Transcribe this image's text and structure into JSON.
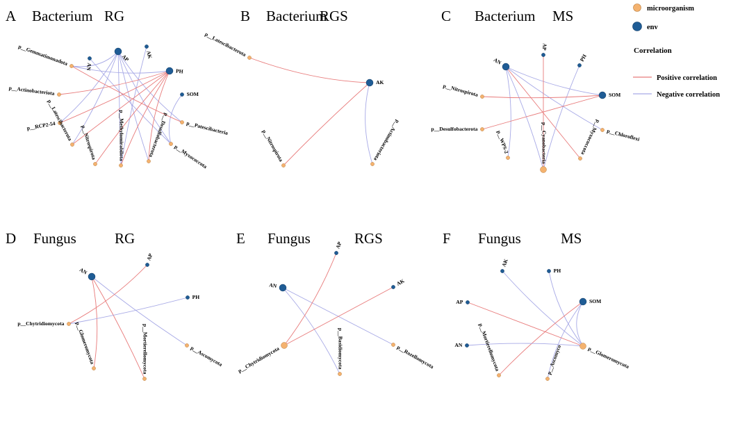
{
  "colors": {
    "microorganism": "#F4B26F",
    "env": "#1F5C95",
    "positive": "#E87A7A",
    "negative": "#A7A9E6"
  },
  "legend": {
    "microorganism": "microorganism",
    "env": "env",
    "title": "Correlation",
    "positive": "Positive correlation",
    "negative": "Negative correlation"
  },
  "panels": [
    {
      "id": "A",
      "group": "Bacterium",
      "site": "RG",
      "nodes": [
        {
          "id": "AP",
          "type": "env",
          "big": true
        },
        {
          "id": "AN",
          "type": "env"
        },
        {
          "id": "AK",
          "type": "env"
        },
        {
          "id": "PH",
          "type": "env",
          "big": true
        },
        {
          "id": "SOM",
          "type": "env"
        },
        {
          "id": "p__Gemmatimonadota",
          "type": "microorganism"
        },
        {
          "id": "p__Actinobacteriota",
          "type": "microorganism"
        },
        {
          "id": "p__RCP2-54",
          "type": "microorganism"
        },
        {
          "id": "p__Latescibacterota",
          "type": "microorganism"
        },
        {
          "id": "p__Nitrospirota",
          "type": "microorganism"
        },
        {
          "id": "p__Methylomirabilota",
          "type": "microorganism"
        },
        {
          "id": "p__Desulfobacterota",
          "type": "microorganism"
        },
        {
          "id": "p__Myxococcota",
          "type": "microorganism"
        },
        {
          "id": "p__Patescibacteria",
          "type": "microorganism"
        }
      ],
      "edges": [
        [
          "AP",
          "p__Gemmatimonadota",
          "negative"
        ],
        [
          "AP",
          "p__RCP2-54",
          "negative"
        ],
        [
          "AP",
          "p__Latescibacterota",
          "negative"
        ],
        [
          "AP",
          "p__Methylomirabilota",
          "negative"
        ],
        [
          "AP",
          "p__Myxococcota",
          "negative"
        ],
        [
          "AP",
          "p__Patescibacteria",
          "negative"
        ],
        [
          "AP",
          "p__Desulfobacterota",
          "negative"
        ],
        [
          "AN",
          "p__Myxococcota",
          "negative"
        ],
        [
          "AK",
          "p__Methylomirabilota",
          "negative"
        ],
        [
          "PH",
          "p__Actinobacteriota",
          "positive"
        ],
        [
          "PH",
          "p__RCP2-54",
          "positive"
        ],
        [
          "PH",
          "p__Latescibacterota",
          "positive"
        ],
        [
          "PH",
          "p__Nitrospirota",
          "positive"
        ],
        [
          "PH",
          "p__Methylomirabilota",
          "positive"
        ],
        [
          "PH",
          "p__Desulfobacterota",
          "positive"
        ],
        [
          "PH",
          "p__Gemmatimonadota",
          "negative"
        ],
        [
          "SOM",
          "p__Myxococcota",
          "negative"
        ],
        [
          "p__Gemmatimonadota",
          "p__Patescibacteria",
          "positive"
        ]
      ]
    },
    {
      "id": "B",
      "group": "Bacterium",
      "site": "RGS",
      "nodes": [
        {
          "id": "AK",
          "type": "env",
          "big": true
        },
        {
          "id": "p__Latescibacterota",
          "type": "microorganism"
        },
        {
          "id": "p__Nitrospirota",
          "type": "microorganism"
        },
        {
          "id": "p__Actinobacteriota",
          "type": "microorganism"
        }
      ],
      "edges": [
        [
          "AK",
          "p__Latescibacterota",
          "positive"
        ],
        [
          "AK",
          "p__Nitrospirota",
          "positive"
        ],
        [
          "AK",
          "p__Actinobacteriota",
          "negative"
        ]
      ]
    },
    {
      "id": "C",
      "group": "Bacterium",
      "site": "MS",
      "nodes": [
        {
          "id": "AN",
          "type": "env",
          "big": true
        },
        {
          "id": "AP",
          "type": "env"
        },
        {
          "id": "PH",
          "type": "env"
        },
        {
          "id": "SOM",
          "type": "env",
          "big": true
        },
        {
          "id": "p__Nitrospirota",
          "type": "microorganism"
        },
        {
          "id": "p__Desulfobacterota",
          "type": "microorganism"
        },
        {
          "id": "p__WPS-2",
          "type": "microorganism"
        },
        {
          "id": "p__Cyanobacteria",
          "type": "microorganism",
          "big": true
        },
        {
          "id": "p__Myxococcota",
          "type": "microorganism"
        },
        {
          "id": "p__Chloroflexi",
          "type": "microorganism"
        }
      ],
      "edges": [
        [
          "AN",
          "p__WPS-2",
          "negative"
        ],
        [
          "AN",
          "p__Cyanobacteria",
          "negative"
        ],
        [
          "AN",
          "p__Myxococcota",
          "positive"
        ],
        [
          "AN",
          "p__Chloroflexi",
          "negative"
        ],
        [
          "AN",
          "SOM",
          "negative"
        ],
        [
          "AP",
          "p__Cyanobacteria",
          "positive"
        ],
        [
          "PH",
          "p__Cyanobacteria",
          "negative"
        ],
        [
          "SOM",
          "p__Nitrospirota",
          "positive"
        ],
        [
          "SOM",
          "p__Desulfobacterota",
          "positive"
        ]
      ]
    },
    {
      "id": "D",
      "group": "Fungus",
      "site": "RG",
      "nodes": [
        {
          "id": "AN",
          "type": "env",
          "big": true
        },
        {
          "id": "AP",
          "type": "env"
        },
        {
          "id": "PH",
          "type": "env"
        },
        {
          "id": "p__Chytridiomycota",
          "type": "microorganism"
        },
        {
          "id": "p__Glomeromycota",
          "type": "microorganism"
        },
        {
          "id": "p__Mortierellomycota",
          "type": "microorganism"
        },
        {
          "id": "p__Ascomycota",
          "type": "microorganism"
        }
      ],
      "edges": [
        [
          "AN",
          "p__Glomeromycota",
          "positive"
        ],
        [
          "AN",
          "p__Mortierellomycota",
          "positive"
        ],
        [
          "AN",
          "p__Ascomycota",
          "negative"
        ],
        [
          "AP",
          "p__Chytridiomycota",
          "positive"
        ],
        [
          "PH",
          "p__Chytridiomycota",
          "negative"
        ]
      ]
    },
    {
      "id": "E",
      "group": "Fungus",
      "site": "RGS",
      "nodes": [
        {
          "id": "AN",
          "type": "env",
          "big": true
        },
        {
          "id": "AP",
          "type": "env"
        },
        {
          "id": "AK",
          "type": "env"
        },
        {
          "id": "p__Chytridiomycota",
          "type": "microorganism",
          "big": true
        },
        {
          "id": "p__Basidiomycota",
          "type": "microorganism"
        },
        {
          "id": "p__Rozellomycota",
          "type": "microorganism"
        }
      ],
      "edges": [
        [
          "AN",
          "p__Basidiomycota",
          "negative"
        ],
        [
          "AN",
          "p__Rozellomycota",
          "negative"
        ],
        [
          "AP",
          "p__Chytridiomycota",
          "positive"
        ],
        [
          "AK",
          "p__Chytridiomycota",
          "positive"
        ]
      ]
    },
    {
      "id": "F",
      "group": "Fungus",
      "site": "MS",
      "nodes": [
        {
          "id": "AK",
          "type": "env"
        },
        {
          "id": "PH",
          "type": "env"
        },
        {
          "id": "SOM",
          "type": "env",
          "big": true
        },
        {
          "id": "AP",
          "type": "env"
        },
        {
          "id": "AN",
          "type": "env"
        },
        {
          "id": "p__Glomeromycota",
          "type": "microorganism",
          "big": true
        },
        {
          "id": "p__Mortierellomycota",
          "type": "microorganism"
        },
        {
          "id": "p__Ascomyco",
          "type": "microorganism"
        }
      ],
      "edges": [
        [
          "AK",
          "p__Glomeromycota",
          "negative"
        ],
        [
          "PH",
          "p__Glomeromycota",
          "negative"
        ],
        [
          "SOM",
          "p__Glomeromycota",
          "negative"
        ],
        [
          "SOM",
          "p__Mortierellomycota",
          "positive"
        ],
        [
          "SOM",
          "p__Ascomyco",
          "negative"
        ],
        [
          "AP",
          "p__Glomeromycota",
          "positive"
        ],
        [
          "AN",
          "p__Glomeromycota",
          "negative"
        ]
      ]
    }
  ]
}
